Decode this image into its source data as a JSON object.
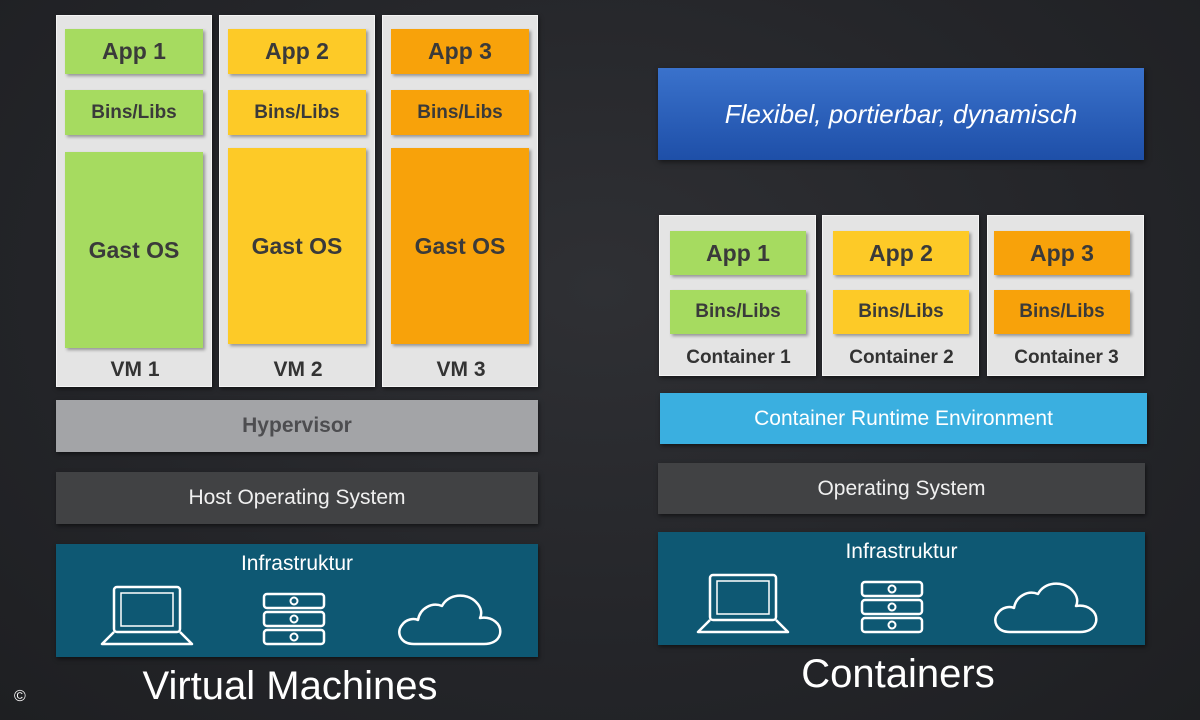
{
  "vm_side": {
    "title": "Virtual Machines",
    "vms": [
      {
        "app": "App 1",
        "bins": "Bins/Libs",
        "os": "Gast OS",
        "label": "VM 1",
        "color": "#a6db60"
      },
      {
        "app": "App 2",
        "bins": "Bins/Libs",
        "os": "Gast OS",
        "label": "VM 2",
        "color": "#fdca27"
      },
      {
        "app": "App 3",
        "bins": "Bins/Libs",
        "os": "Gast OS",
        "label": "VM 3",
        "color": "#f8a20a"
      }
    ],
    "hypervisor": "Hypervisor",
    "host_os": "Host Operating System",
    "infrastructure": {
      "title": "Infrastruktur",
      "icons": [
        "laptop-icon",
        "server-icon",
        "cloud-icon"
      ]
    }
  },
  "container_side": {
    "title": "Containers",
    "banner": "Flexibel, portierbar, dynamisch",
    "containers": [
      {
        "app": "App 1",
        "bins": "Bins/Libs",
        "label": "Container 1",
        "color": "#a6db60"
      },
      {
        "app": "App 2",
        "bins": "Bins/Libs",
        "label": "Container 2",
        "color": "#fdca27"
      },
      {
        "app": "App 3",
        "bins": "Bins/Libs",
        "label": "Container 3",
        "color": "#f8a20a"
      }
    ],
    "runtime": "Container Runtime Environment",
    "os": "Operating System",
    "infrastructure": {
      "title": "Infrastruktur",
      "icons": [
        "laptop-icon",
        "server-icon",
        "cloud-icon"
      ]
    }
  },
  "copyright": "©",
  "colors": {
    "background": "#28292d",
    "hypervisor": "#a3a4a7",
    "os_layer": "#414244",
    "runtime": "#3aafe0",
    "infrastructure": "#0e5873",
    "banner": "#2a5fb8"
  }
}
